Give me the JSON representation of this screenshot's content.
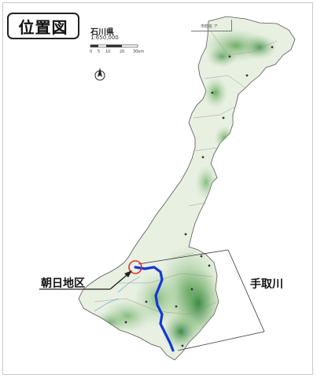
{
  "map": {
    "title": "位置図",
    "prefecture": "石川県",
    "scale": "1:650,000",
    "scale_ticks": [
      "0",
      "5",
      "10",
      "20",
      "30km"
    ],
    "legend_box_text": "市町名 ア",
    "callouts": {
      "area": "朝日地区",
      "river": "手取川"
    },
    "colors": {
      "land_light": "#e8f0e2",
      "land_mid": "#9cc78a",
      "land_dark": "#3c8a45",
      "river": "#1437d8",
      "marker": "#e0302a",
      "outline": "#555555"
    },
    "icons": [
      "north-arrow-icon",
      "location-circle-icon",
      "pointer-arrow-icon"
    ]
  }
}
